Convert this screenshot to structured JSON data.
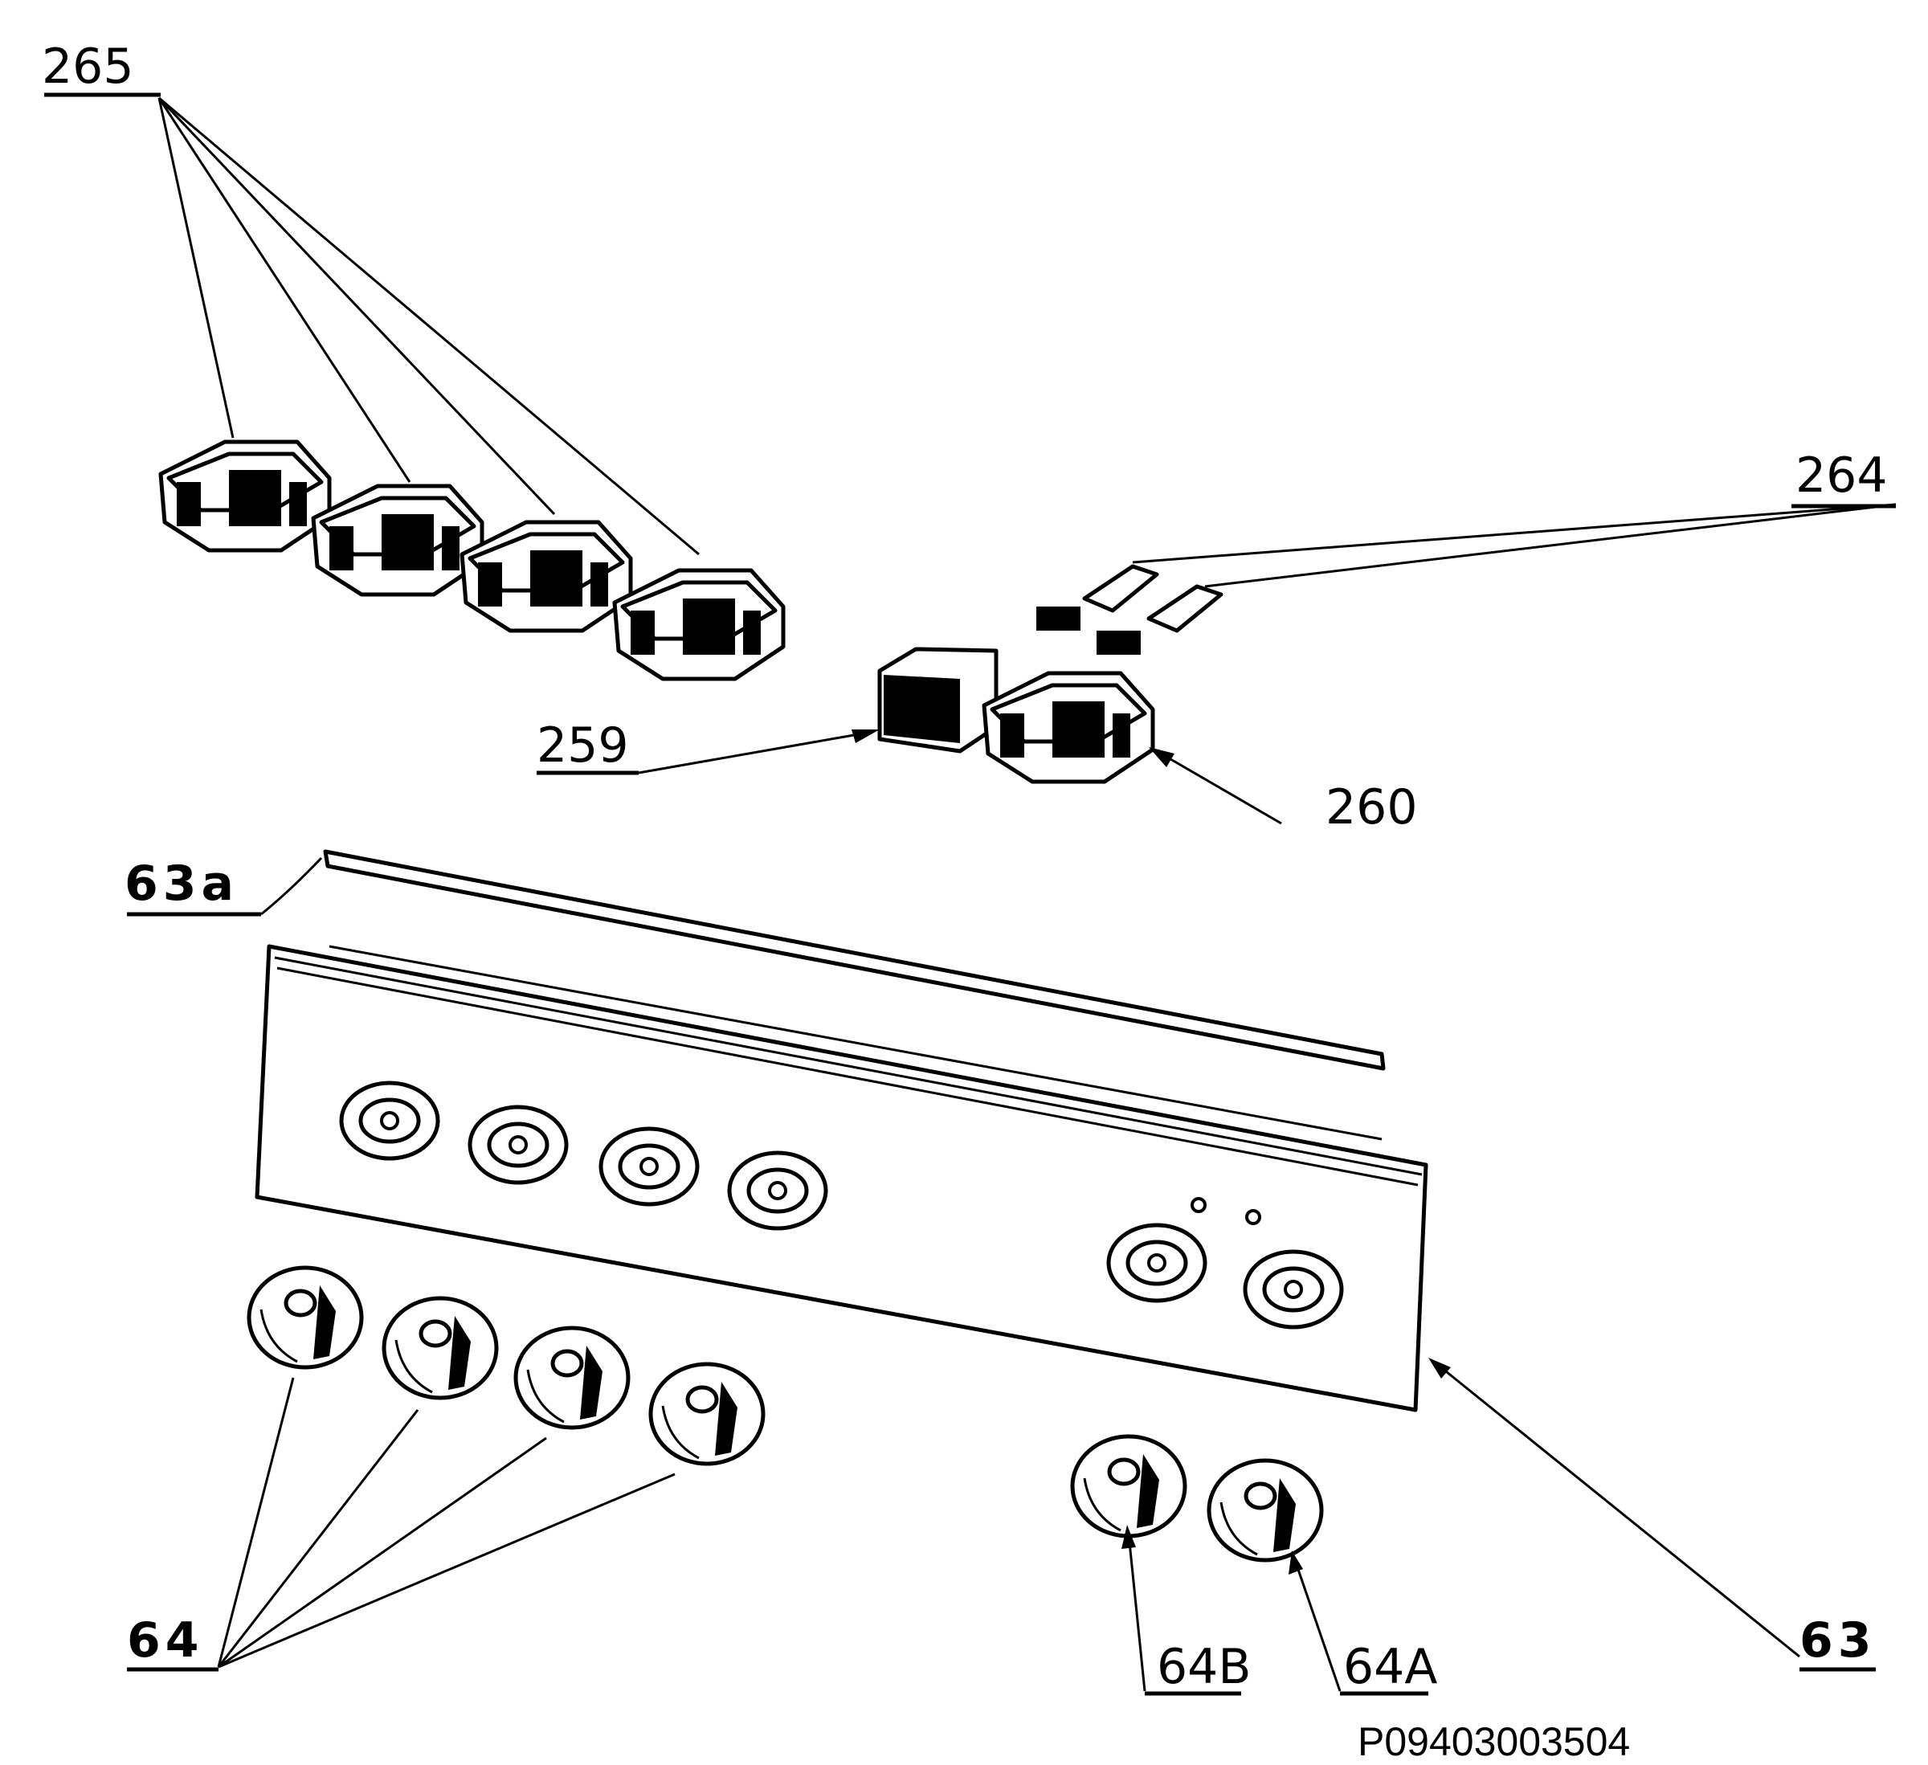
{
  "labels": {
    "l265": "265",
    "l264": "264",
    "l259": "259",
    "l260": "260",
    "l63a": "63a",
    "l64": "64",
    "l64B": "64B",
    "l64A": "64A",
    "l63": "63"
  },
  "drawing_code": "P09403003504"
}
